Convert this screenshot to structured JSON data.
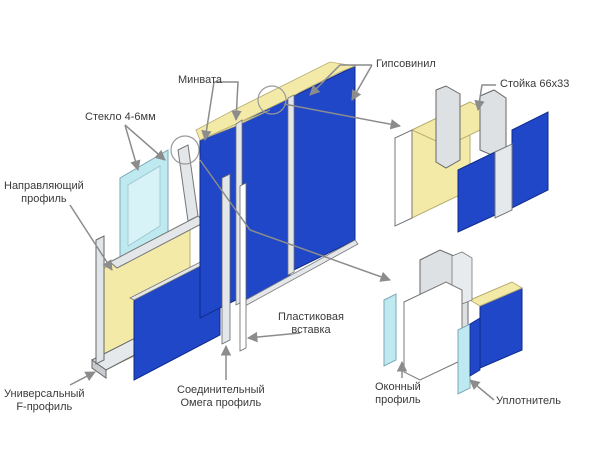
{
  "labels": {
    "minvata": "Минвата",
    "gipsovinil": "Гипсовинил",
    "steklo": "Стекло 4-6мм",
    "stoyka": "Стойка 66х33",
    "napravlyayushchiy_1": "Направляющий",
    "napravlyayushchiy_2": "профиль",
    "plastikovaya_1": "Пластиковая",
    "plastikovaya_2": "вставка",
    "universalnyy_1": "Универсальный",
    "universalnyy_2": "F-профиль",
    "soedinitelnyy_1": "Соединительный",
    "soedinitelnyy_2": "Омега профиль",
    "okonnyy_1": "Оконный",
    "okonnyy_2": "профиль",
    "uplotnitel": "Уплотнитель"
  },
  "colors": {
    "panel_blue": "#1f47c8",
    "wool_yellow": "#f4eaa8",
    "glass_cyan": "#bfe9f0",
    "profile_grey": "#d9dde0",
    "leader_grey": "#8c8c8c"
  }
}
